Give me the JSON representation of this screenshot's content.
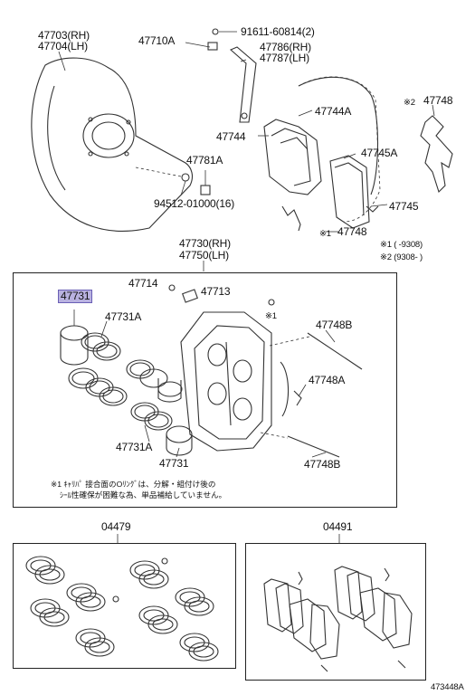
{
  "labels": {
    "p47703": "47703(RH)",
    "p47704": "47704(LH)",
    "p47710A": "47710A",
    "p91611": "91611-60814(2)",
    "p47786": "47786(RH)",
    "p47787": "47787(LH)",
    "p47748_top": "47748",
    "p47748_top_mark": "※2",
    "p47744A": "47744A",
    "p47744": "47744",
    "p47781A": "47781A",
    "p47745A": "47745A",
    "p94512": "94512-01000(16)",
    "p47745": "47745",
    "p47748_mid": "47748",
    "p47748_mid_mark": "※1",
    "note1": "※1 (      -9308)",
    "note2": "※2 (9308-       )",
    "p47730": "47730(RH)",
    "p47750": "47750(LH)",
    "p47714": "47714",
    "p47713": "47713",
    "p47731_hl": "47731",
    "p47731A_1": "47731A",
    "mark1_caliper": "※1",
    "p47748B_1": "47748B",
    "p47748A": "47748A",
    "p47731A_2": "47731A",
    "p47731_2": "47731",
    "p47748B_2": "47748B",
    "jp_note_1": "※1 ｷｬﾘﾊﾟ 接合面のOﾘﾝｸﾞは、分解・組付け後の",
    "jp_note_2": "ｼｰﾙ性確保が困難な為、単品補給していません。",
    "p04479": "04479",
    "p04491": "04491",
    "diagram_id": "473448A"
  },
  "colors": {
    "highlight_fill": "#b9b2e0",
    "line": "#333333"
  }
}
